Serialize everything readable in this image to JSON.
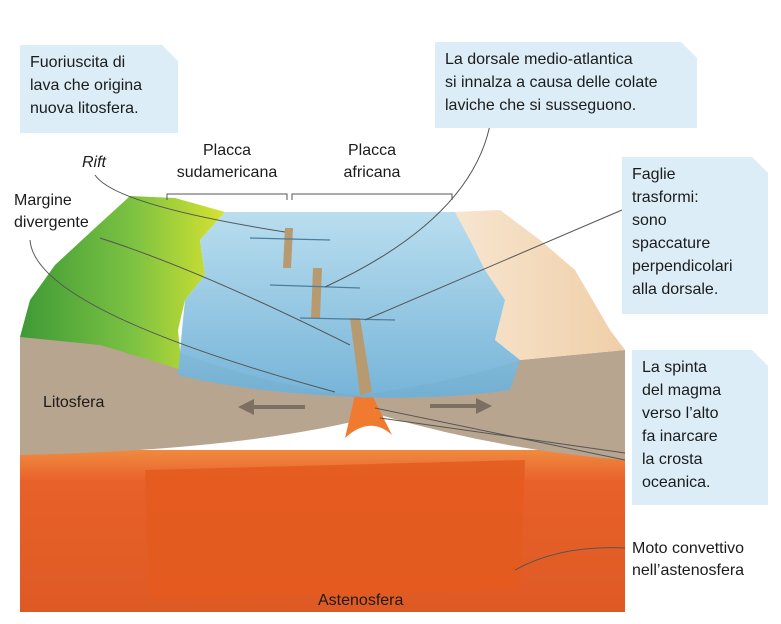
{
  "callouts": {
    "lava": "Fuoriuscita di\nlava che origina\nnuova litosfera.",
    "dorsale": "La dorsale medio-atlantica\nsi innalza a causa delle colate\nlaviche che si susseguono.",
    "faglie": "Faglie\ntrasformi:\nsono\nspaccature\nperpendicolari\nalla dorsale.",
    "spinta": "La spinta\ndel magma\nverso l’alto\nfa inarcare\nla crosta\noceanica."
  },
  "labels": {
    "rift": "Rift",
    "margine": "Margine\ndivergente",
    "placca_sud": "Placca\nsudamericana",
    "placca_afr": "Placca\nafricana",
    "litosfera": "Litosfera",
    "astenosfera": "Astenosfera",
    "moto": "Moto convettivo\nnell’astenosfera"
  },
  "colors": {
    "callout_bg": "#dcedf8",
    "ocean": "#8ec3df",
    "lithosphere": "#b8a590",
    "asthenosphere": "#e8602a",
    "green_land": "#7cc242",
    "beige_land": "#f5dcc0"
  }
}
